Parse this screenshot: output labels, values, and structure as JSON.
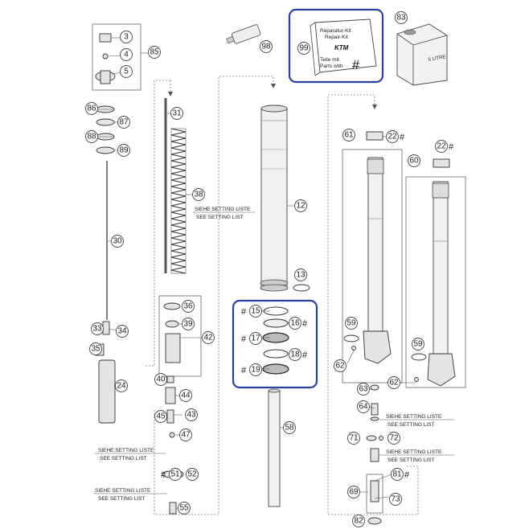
{
  "kit_box": {
    "line1": "Reparatur-Kit",
    "line2": "Repair-Kit",
    "brand": "KTM",
    "line3": "Teile mit",
    "line4": "Parts with",
    "hash": "#"
  },
  "can_label": "5 LITRE",
  "setting_note": {
    "de": "SIEHE SETTING LISTE",
    "en": "SEE SETTING LIST"
  },
  "hash": "#",
  "callouts": {
    "c3": "3",
    "c4": "4",
    "c5": "5",
    "c85": "85",
    "c86": "86",
    "c87": "87",
    "c88": "88",
    "c89": "89",
    "c30": "30",
    "c31": "31",
    "c38": "38",
    "c33": "33",
    "c34": "34",
    "c35": "35",
    "c24": "24",
    "c36": "36",
    "c39": "39",
    "c42": "42",
    "c40": "40",
    "c44": "44",
    "c45": "45",
    "c43": "43",
    "c47": "47",
    "c51": "51",
    "c52": "52",
    "c55": "55",
    "c98": "98",
    "c99": "99",
    "c83": "83",
    "c12": "12",
    "c13": "13",
    "c15": "15",
    "c16": "16",
    "c17": "17",
    "c18": "18",
    "c19": "19",
    "c58": "58",
    "c61": "61",
    "c22a": "22",
    "c60": "60",
    "c22b": "22",
    "c59a": "59",
    "c59b": "59",
    "c62a": "62",
    "c62b": "62",
    "c63": "63",
    "c64": "64",
    "c71": "71",
    "c72": "72",
    "c81": "81",
    "c69": "69",
    "c73": "73",
    "c82": "82"
  },
  "highlight_color": "#2e3f9c"
}
